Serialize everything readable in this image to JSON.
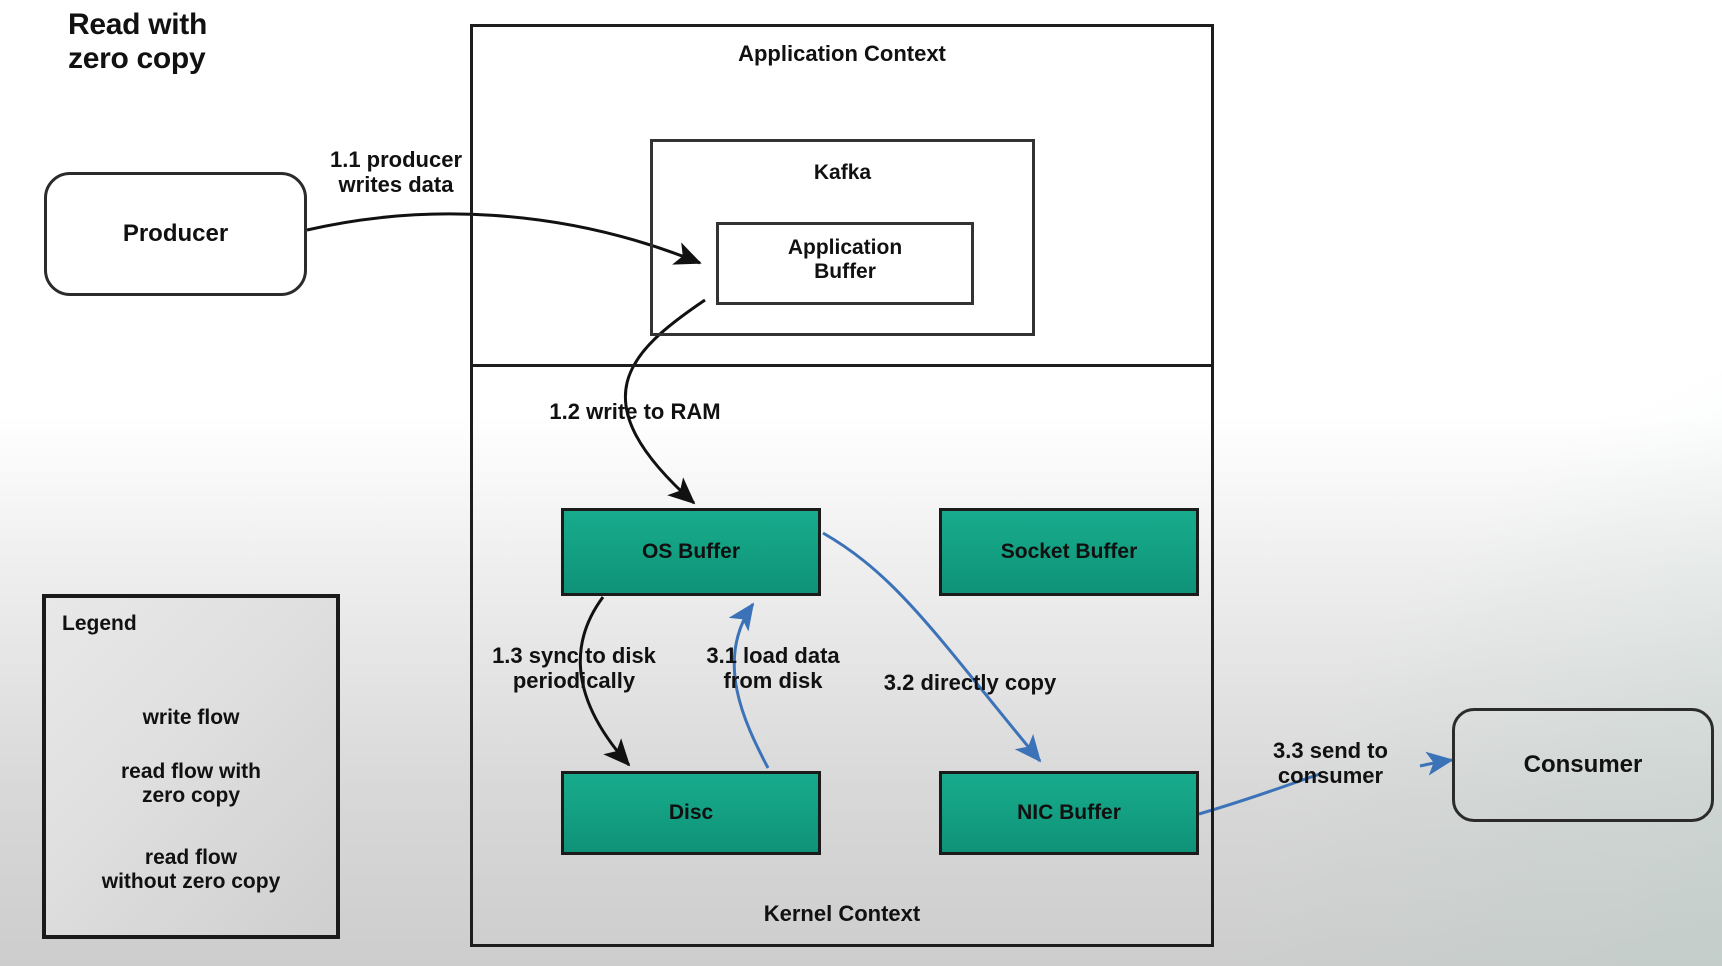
{
  "title": "Read with\nzero copy",
  "colors": {
    "teal_fill_top": "#17ab8c",
    "teal_fill_bottom": "#0f9278",
    "write_flow_arrow": "#111111",
    "read_flow_zero_copy_arrow": "#3b72b8",
    "read_flow_without_zero_copy_arrow": "#c0392b",
    "box_stroke": "#1d1d1d",
    "legend_fill": "#e0e0e0"
  },
  "contexts": {
    "application": {
      "label": "Application Context"
    },
    "kernel": {
      "label": "Kernel Context"
    }
  },
  "nodes": {
    "producer": {
      "label": "Producer",
      "shape": "rounded-rect"
    },
    "consumer": {
      "label": "Consumer",
      "shape": "rounded-rect"
    },
    "kafka": {
      "label": "Kafka",
      "shape": "rect"
    },
    "application_buffer": {
      "label": "Application\nBuffer",
      "shape": "rect"
    },
    "os_buffer": {
      "label": "OS Buffer",
      "shape": "rect-teal"
    },
    "socket_buffer": {
      "label": "Socket Buffer",
      "shape": "rect-teal"
    },
    "disc": {
      "label": "Disc",
      "shape": "rect-teal"
    },
    "nic_buffer": {
      "label": "NIC Buffer",
      "shape": "rect-teal"
    }
  },
  "flows": [
    {
      "id": "1.1",
      "label": "1.1 producer\nwrites data",
      "from": "producer",
      "to": "application_buffer",
      "kind": "write"
    },
    {
      "id": "1.2",
      "label": "1.2 write to RAM",
      "from": "application_buffer",
      "to": "os_buffer",
      "kind": "write"
    },
    {
      "id": "1.3",
      "label": "1.3 sync to disk\nperiodically",
      "from": "os_buffer",
      "to": "disc",
      "kind": "write"
    },
    {
      "id": "3.1",
      "label": "3.1 load data\nfrom disk",
      "from": "disc",
      "to": "os_buffer",
      "kind": "read-zero-copy"
    },
    {
      "id": "3.2",
      "label": "3.2 directly copy",
      "from": "os_buffer",
      "to": "nic_buffer",
      "kind": "read-zero-copy"
    },
    {
      "id": "3.3",
      "label": "3.3 send to\nconsumer",
      "from": "nic_buffer",
      "to": "consumer",
      "kind": "read-zero-copy"
    }
  ],
  "legend": {
    "title": "Legend",
    "items": [
      {
        "label": "write flow",
        "color": "#111111"
      },
      {
        "label": "read flow with\nzero copy",
        "color": "#3b72b8"
      },
      {
        "label": "read flow\nwithout zero copy",
        "color": "#c0392b"
      }
    ]
  }
}
